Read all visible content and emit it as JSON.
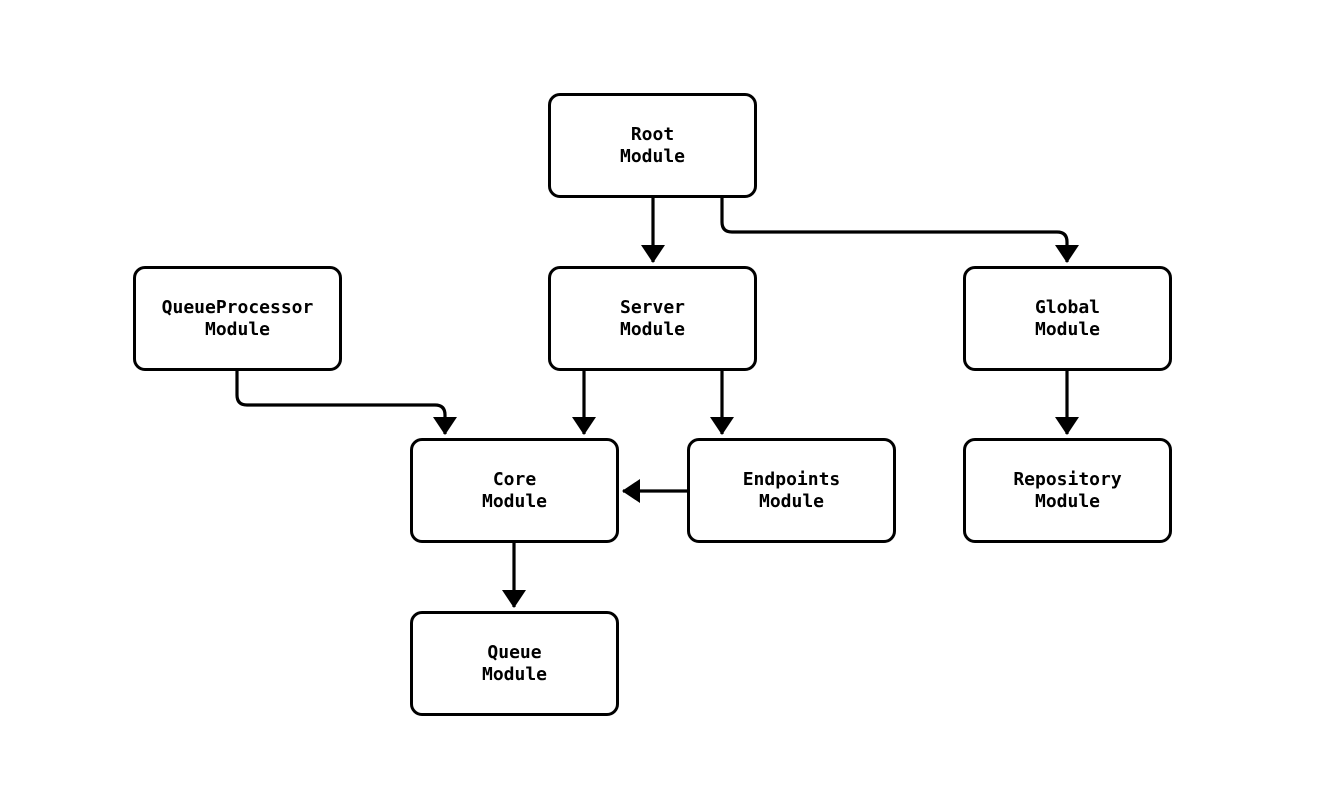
{
  "diagram": {
    "type": "module-dependency-graph",
    "colors": {
      "stroke": "#000000",
      "node_fill": "#ffffff",
      "background": "#ffffff",
      "text": "#000000"
    },
    "nodes": [
      {
        "id": "root",
        "line1": "Root",
        "line2": "Module"
      },
      {
        "id": "queueprocessor",
        "line1": "QueueProcessor",
        "line2": "Module"
      },
      {
        "id": "server",
        "line1": "Server",
        "line2": "Module"
      },
      {
        "id": "global",
        "line1": "Global",
        "line2": "Module"
      },
      {
        "id": "core",
        "line1": "Core",
        "line2": "Module"
      },
      {
        "id": "endpoints",
        "line1": "Endpoints",
        "line2": "Module"
      },
      {
        "id": "repository",
        "line1": "Repository",
        "line2": "Module"
      },
      {
        "id": "queue",
        "line1": "Queue",
        "line2": "Module"
      }
    ],
    "edges": [
      {
        "from": "root",
        "to": "server"
      },
      {
        "from": "root",
        "to": "global"
      },
      {
        "from": "queueprocessor",
        "to": "core"
      },
      {
        "from": "server",
        "to": "core"
      },
      {
        "from": "server",
        "to": "endpoints"
      },
      {
        "from": "endpoints",
        "to": "core"
      },
      {
        "from": "core",
        "to": "queue"
      },
      {
        "from": "global",
        "to": "repository"
      }
    ]
  }
}
